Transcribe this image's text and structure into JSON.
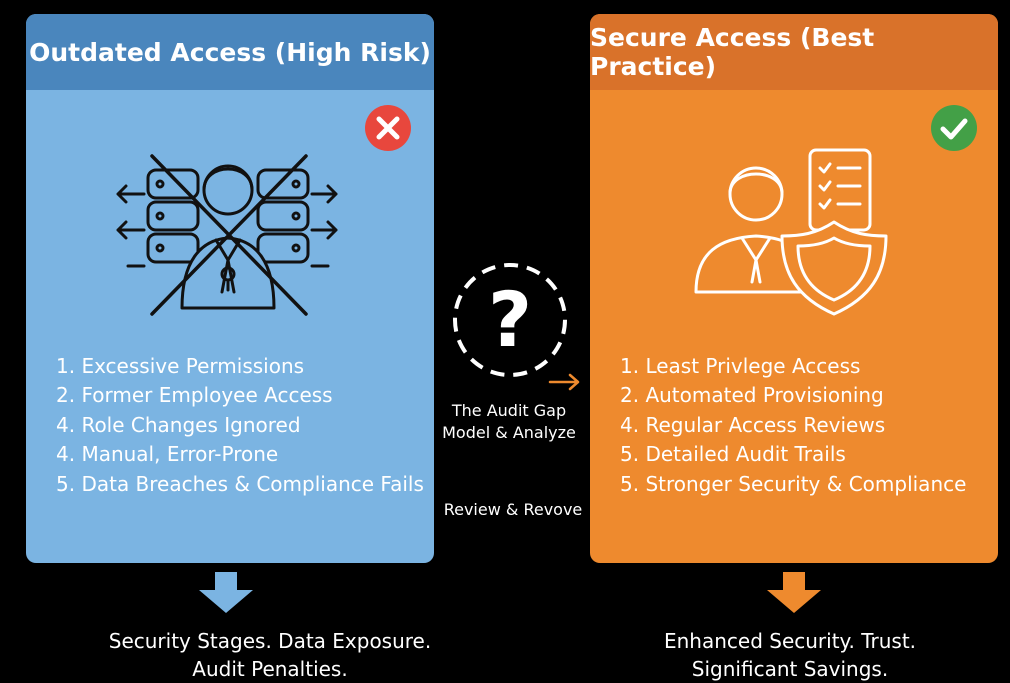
{
  "left_panel": {
    "title": "Outdated Access (High Risk)",
    "status_icon": "cross-icon",
    "illustration_icon": "blocked-user-servers-icon",
    "items": [
      "1. Excessive Permissions",
      "2. Former Employee Access",
      "4. Role Changes Ignored",
      "4. Manual, Error-Prone",
      "5. Data Breaches & Compliance Fails"
    ],
    "outcome": "Security Stages. Data Exposure.",
    "outcome_line2": "Audit Penalties."
  },
  "right_panel": {
    "title": "Secure Access (Best Practice)",
    "status_icon": "check-icon",
    "illustration_icon": "user-checklist-shield-icon",
    "items": [
      "1. Least Privlege Access",
      "2. Automated Provisioning",
      "4. Regular Access Reviews",
      "5. Detailed Audit Trails",
      "5. Stronger Security & Compliance"
    ],
    "outcome": "Enhanced Security. Trust.",
    "outcome_line2": "Significant Savings."
  },
  "center": {
    "icon": "question-mark-icon",
    "label_line1": "The Audit Gap",
    "label_line2": "Model & Analyze",
    "action": "Review & Revove"
  },
  "colors": {
    "background": "#000000",
    "left_panel": "#7bb4e2",
    "left_header": "#4a86bd",
    "right_panel": "#ee8a2e",
    "right_header": "#d9722a",
    "cross_badge": "#e8473d",
    "check_badge": "#43a047",
    "arrow_left": "#7bb4e2",
    "arrow_right": "#ee8a2e"
  }
}
